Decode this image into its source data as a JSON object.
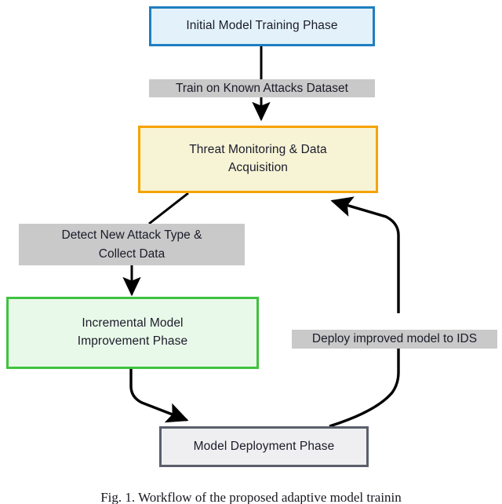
{
  "figure": {
    "caption": "Fig. 1.  Workflow of the proposed adaptive model trainin"
  },
  "nodes": [
    {
      "id": "initial-model-training-phase",
      "label": "Initial Model Training Phase",
      "fill": "#e2f1fa",
      "border": "#1f7fc0"
    },
    {
      "id": "threat-monitoring-data-acquisition",
      "label": "Threat Monitoring & Data\nAcquisition",
      "fill": "#f7f4d6",
      "border": "#f5a300"
    },
    {
      "id": "incremental-model-improvement-phase",
      "label": "Incremental Model\nImprovement Phase",
      "fill": "#e9f9e9",
      "border": "#3fc23f"
    },
    {
      "id": "model-deployment-phase",
      "label": "Model Deployment Phase",
      "fill": "#efeff1",
      "border": "#5a5f6b"
    }
  ],
  "edge_labels": [
    {
      "id": "train-on-known-attacks-dataset",
      "label": "Train on Known Attacks Dataset",
      "fill": "#c9c9c9"
    },
    {
      "id": "detect-new-attack-type-collect-data",
      "label": "Detect New Attack Type &\nCollect Data",
      "fill": "#c9c9c9"
    },
    {
      "id": "deploy-improved-model-to-ids",
      "label": "Deploy improved model to IDS",
      "fill": "#c9c9c9"
    }
  ],
  "colors": {
    "edge_stroke": "#000000",
    "background": "#ffffff"
  }
}
